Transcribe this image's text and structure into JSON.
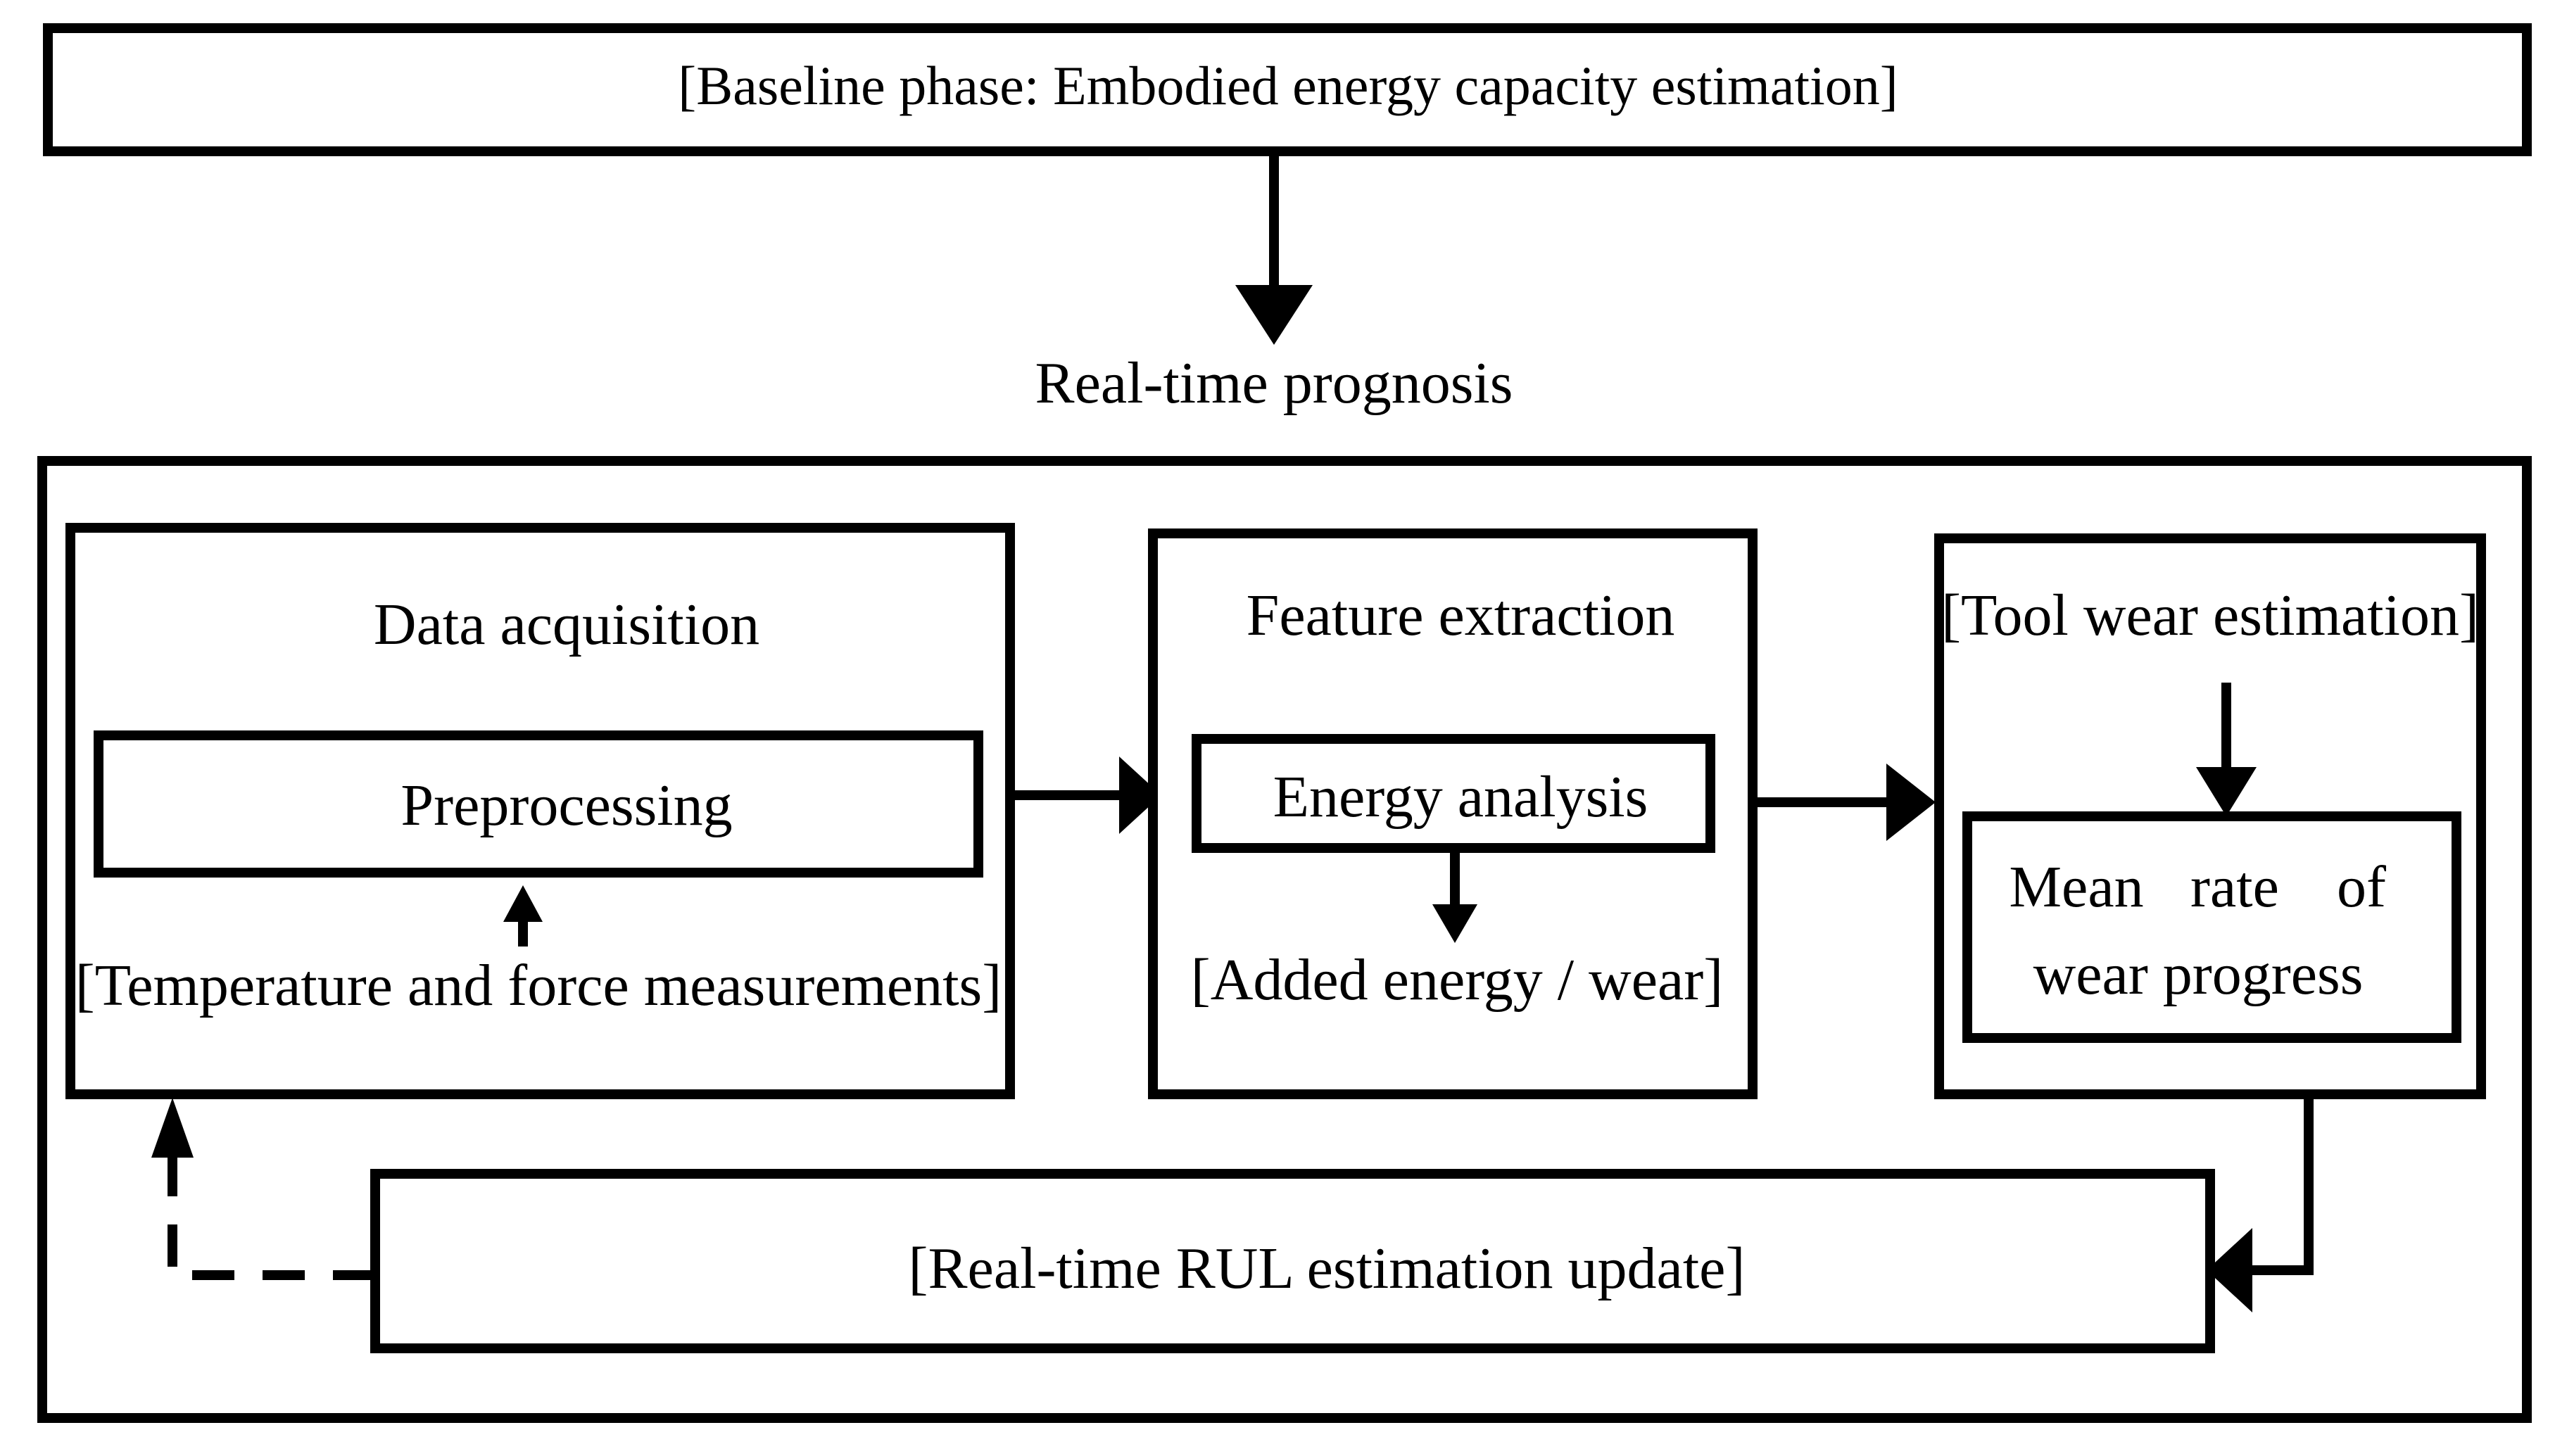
{
  "baseline": {
    "label": "[Baseline phase:  Embodied energy capacity estimation]"
  },
  "realtime": {
    "label": "Real-time prognosis"
  },
  "data_acquisition": {
    "title": "Data acquisition",
    "preprocessing": "Preprocessing",
    "measurements": "[Temperature and force measurements]"
  },
  "feature_extraction": {
    "title": "Feature extraction",
    "energy_analysis": "Energy analysis",
    "added_energy": "[Added energy / wear]"
  },
  "tool_wear": {
    "title": "[Tool wear estimation]",
    "mean_rate_line1_a": "Mean",
    "mean_rate_line1_b": "rate",
    "mean_rate_line1_c": "of",
    "mean_rate_line2": "wear progress"
  },
  "rul_update": {
    "label": "[Real-time RUL estimation update]"
  }
}
